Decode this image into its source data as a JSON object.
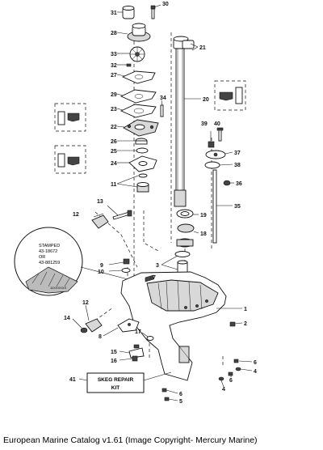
{
  "callouts": {
    "c1": "1",
    "c2": "2",
    "c3": "3",
    "c4a": "4",
    "c4b": "4",
    "c5": "5",
    "c6a": "6",
    "c6b": "6",
    "c6c": "6",
    "c7": "7",
    "c8": "8",
    "c9": "9",
    "c10": "10",
    "c11": "11",
    "c12a": "12",
    "c12b": "12",
    "c13": "13",
    "c14": "14",
    "c15": "15",
    "c16": "16",
    "c17": "17",
    "c18": "18",
    "c19": "19",
    "c20": "20",
    "c21": "21",
    "c22": "22",
    "c23": "23",
    "c24": "24",
    "c25": "25",
    "c26": "26",
    "c27": "27",
    "c28": "28",
    "c29": "29",
    "c30": "30",
    "c31": "31",
    "c32": "32",
    "c33": "33",
    "c34": "34",
    "c35": "35",
    "c36": "36",
    "c37": "37",
    "c38": "38",
    "c39": "39",
    "c40": "40",
    "c41": "41"
  },
  "inset": {
    "line1": "STAMPED",
    "line2": "43-18672",
    "line3": "OR",
    "line4": "43-881259",
    "gear_mark": "11XXXXXX"
  },
  "skeg_kit": {
    "line1": "SKEG REPAIR",
    "line2": "KIT"
  },
  "footer": "European Marine Catalog v1.61 (Image Copyright- Mercury Marine)"
}
